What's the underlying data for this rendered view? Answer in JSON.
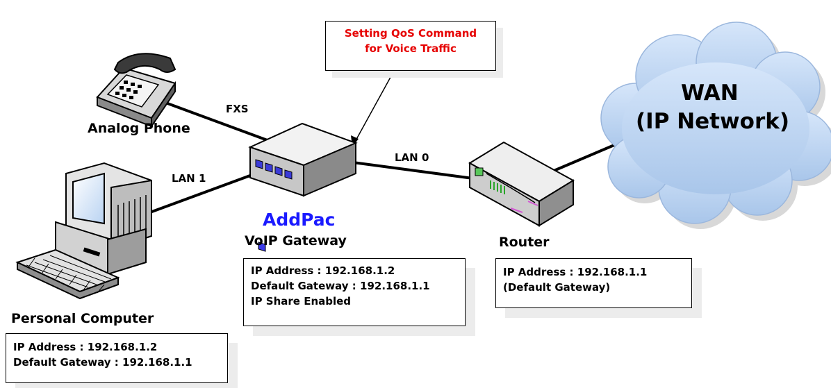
{
  "diagram": {
    "callout": {
      "line1": "Setting QoS Command",
      "line2": "for Voice Traffic",
      "color": "#e60000"
    },
    "links": {
      "fxs": "FXS",
      "lan1": "LAN 1",
      "lan0": "LAN 0"
    },
    "devices": {
      "phone": {
        "label": "Analog Phone"
      },
      "pc": {
        "label": "Personal Computer",
        "info": [
          "IP Address : 192.168.1.2",
          "Default Gateway : 192.168.1.1"
        ]
      },
      "gateway": {
        "brand": "AddPac",
        "brand_color": "#1a1aff",
        "label": "VoIP Gateway",
        "info": [
          "IP Address : 192.168.1.2",
          "Default Gateway : 192.168.1.1",
          "IP Share Enabled"
        ]
      },
      "router": {
        "label": "Router",
        "info": [
          "IP Address : 192.168.1.1",
          "(Default Gateway)"
        ]
      },
      "wan": {
        "line1": "WAN",
        "line2": "(IP Network)",
        "cloud_color": "#bcd4f0"
      }
    }
  }
}
